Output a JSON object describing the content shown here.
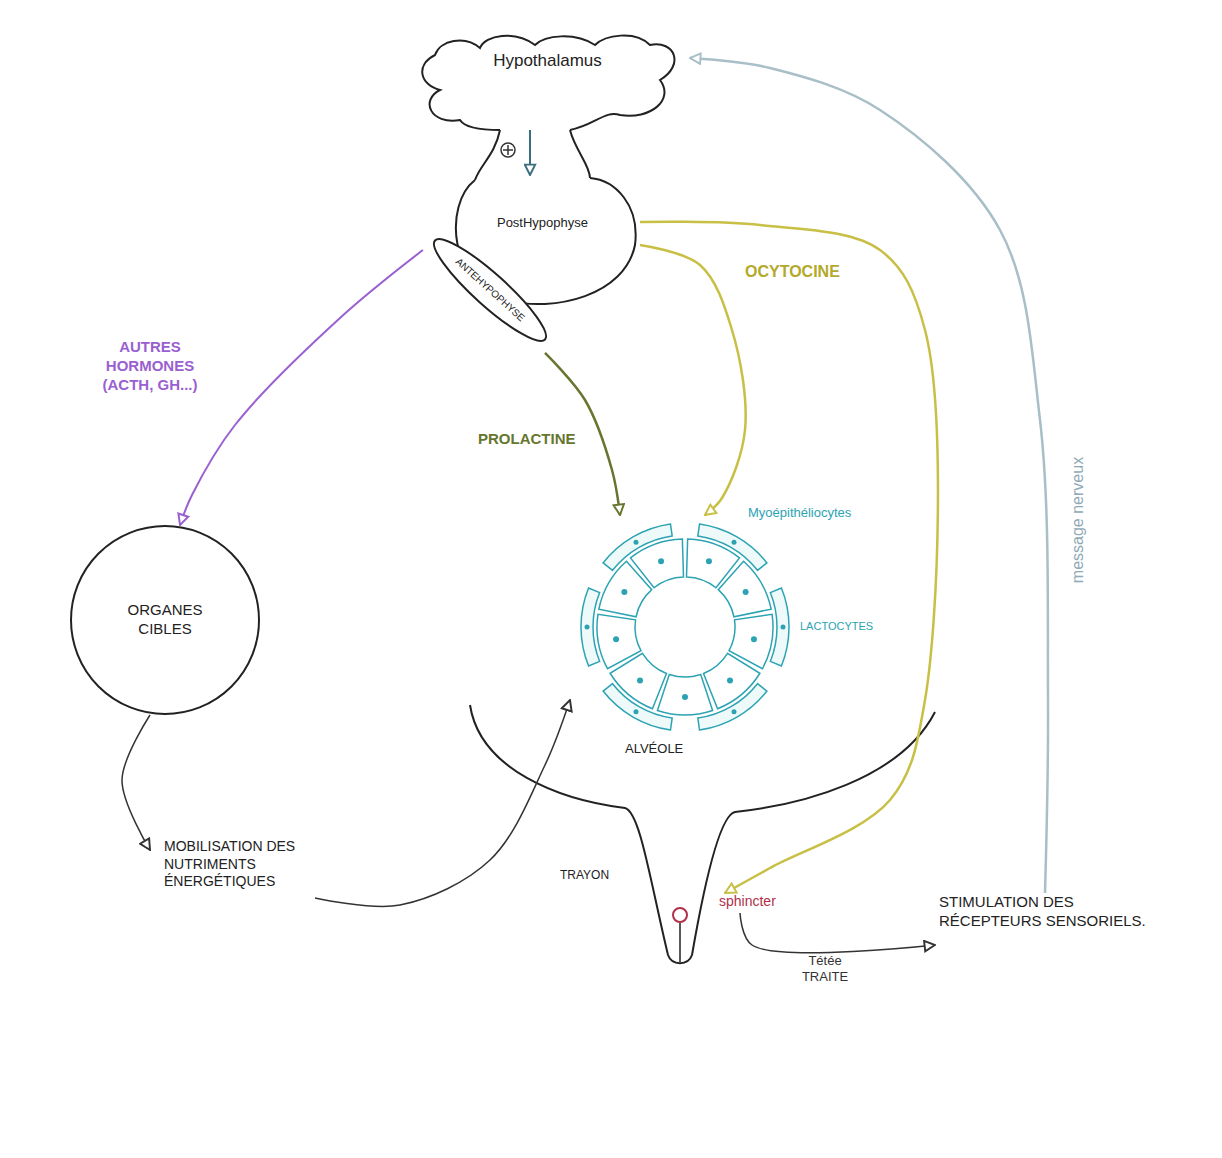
{
  "diagram": {
    "nodes": [
      {
        "text": [
          "Hypothalamus"
        ]
      },
      {
        "text": [
          "PostHypophyse"
        ]
      },
      {
        "text": [
          "ANTEHYPOPHYSE"
        ]
      },
      {
        "text": [
          "ORGANES CIBLES"
        ]
      },
      {
        "text": [
          "ALVÉOLE"
        ]
      },
      {
        "text": [
          "sphincter"
        ]
      },
      {
        "text": [
          "MOBILISATION DES NUTRIMENTS ÉNERGÉTIQUES"
        ]
      },
      {
        "text": [
          "STIMULATION DES RÉCEPTEURS SENSORIELS."
        ]
      }
    ],
    "edges": [
      {
        "from": 0,
        "to": 1,
        "arrow": "to"
      },
      {
        "from": 2,
        "to": 3,
        "label": "AUTRES HORMONES (ACTH, GH...)",
        "arrow": "to"
      },
      {
        "from": 2,
        "to": 4,
        "label": "PROLACTINE",
        "arrow": "to"
      },
      {
        "from": 1,
        "to": 4,
        "label": "OCYTOCINE",
        "arrow": "to"
      },
      {
        "from": 1,
        "to": 5,
        "arrow": "to"
      },
      {
        "from": 3,
        "to": 6,
        "arrow": "to"
      },
      {
        "from": 6,
        "to": 4,
        "arrow": "to"
      },
      {
        "from": 5,
        "to": 7,
        "label": "Tétée TRAITE",
        "arrow": "to"
      },
      {
        "from": 7,
        "to": 0,
        "label": "message nerveux",
        "arrow": "to"
      }
    ],
    "labels": [
      "Myoépithéliocytes",
      "LACTOCYTES",
      "TRAYON"
    ]
  }
}
